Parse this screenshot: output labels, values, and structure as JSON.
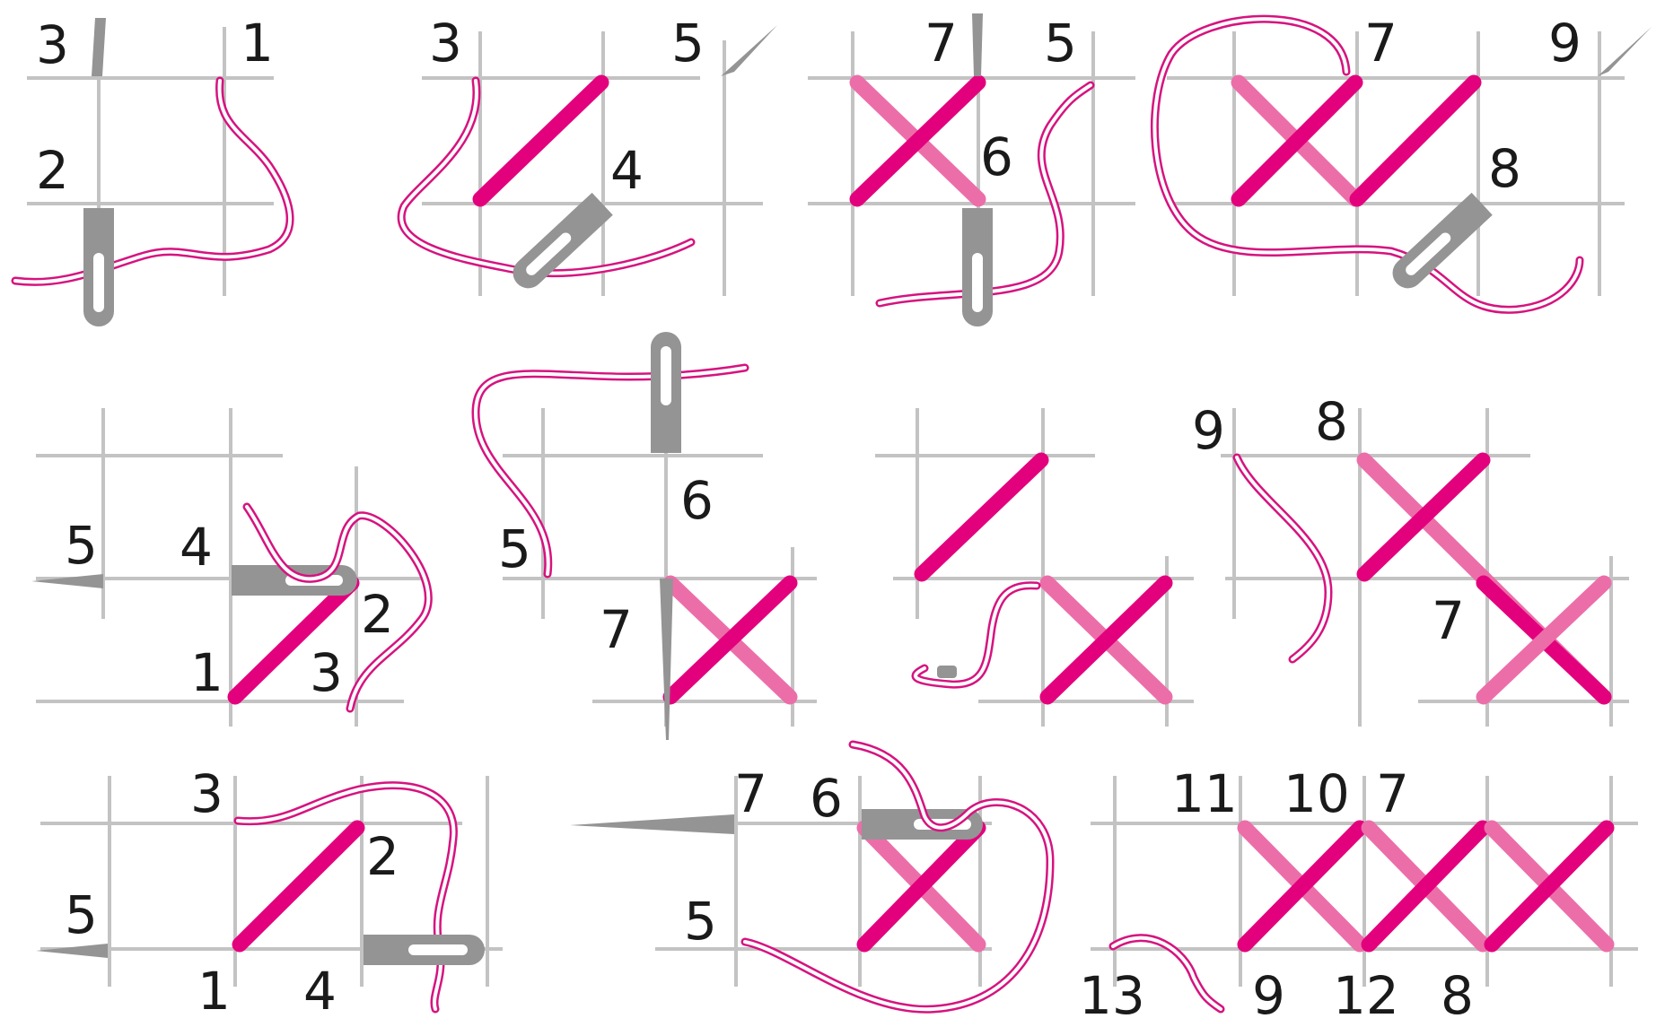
{
  "colors": {
    "stitch_dark": "#e3007d",
    "stitch_light": "#ec6ea9",
    "thread": "#d6137f",
    "grid": "#c3c3c3",
    "needle": "#949494",
    "text": "#1a1a1a"
  },
  "steps": [
    {
      "id": "step-1",
      "labels": [
        "3",
        "1",
        "2"
      ]
    },
    {
      "id": "step-2",
      "labels": [
        "3",
        "5",
        "4"
      ]
    },
    {
      "id": "step-3",
      "labels": [
        "7",
        "5",
        "6"
      ]
    },
    {
      "id": "step-4",
      "labels": [
        "7",
        "9",
        "8"
      ]
    },
    {
      "id": "step-5",
      "labels": [
        "5",
        "4",
        "2",
        "1",
        "3"
      ]
    },
    {
      "id": "step-6",
      "labels": [
        "6",
        "5",
        "7"
      ]
    },
    {
      "id": "step-7",
      "labels": []
    },
    {
      "id": "step-8",
      "labels": [
        "9",
        "8",
        "7"
      ]
    },
    {
      "id": "step-9",
      "labels": [
        "3",
        "2",
        "5",
        "1",
        "4"
      ]
    },
    {
      "id": "step-10",
      "labels": [
        "7",
        "6",
        "5"
      ]
    },
    {
      "id": "step-11",
      "labels": [
        "11",
        "10",
        "7",
        "13",
        "9",
        "12",
        "8"
      ]
    }
  ]
}
